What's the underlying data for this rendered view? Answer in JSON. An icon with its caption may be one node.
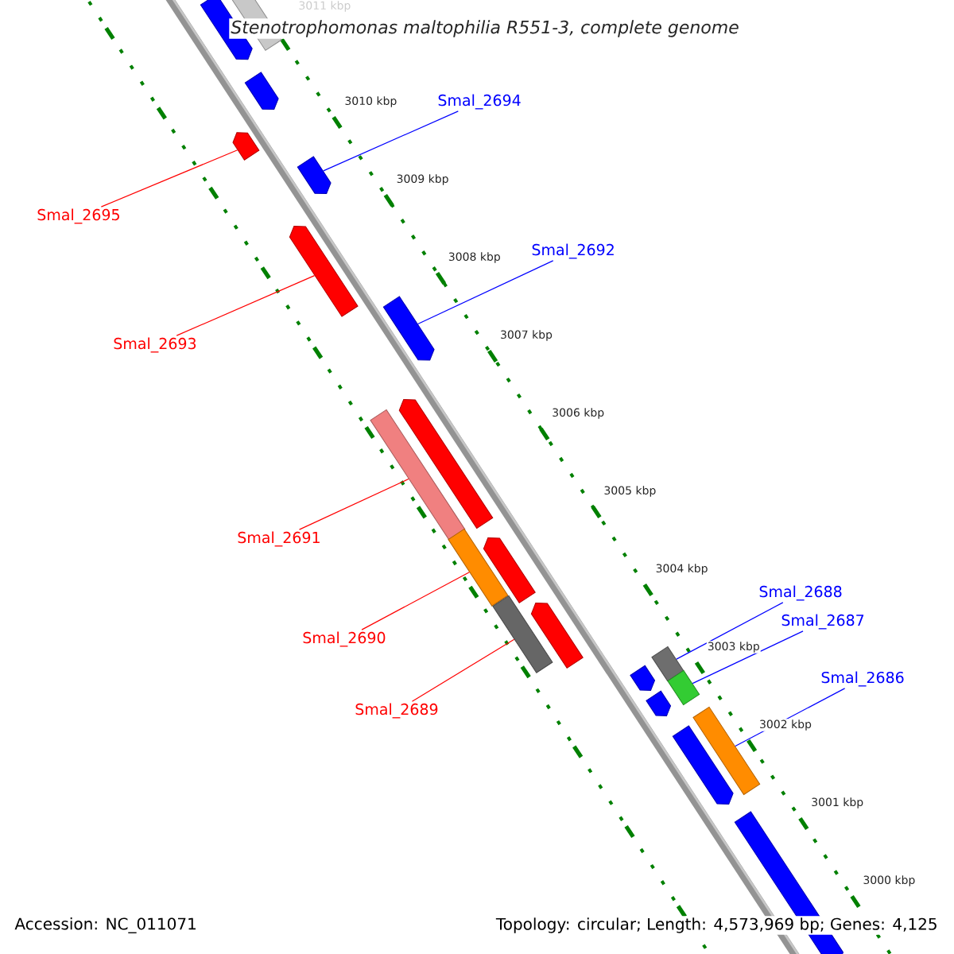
{
  "diagram": {
    "title": "Stenotrophomonas maltophilia R551-3, complete genome",
    "nodes": [
      {
        "text": [],
        "shape": "arrow"
      },
      {
        "text": [],
        "shape": "bar"
      },
      {
        "text": [],
        "shape": "arrow"
      },
      {
        "text": [],
        "shape": "arrow"
      },
      {
        "text": [],
        "shape": "arrow"
      },
      {
        "text": [],
        "shape": "arrow"
      },
      {
        "text": [],
        "shape": "arrow"
      },
      {
        "text": [],
        "shape": "bar"
      },
      {
        "text": [],
        "shape": "bar"
      },
      {
        "text": [],
        "shape": "bar"
      },
      {
        "text": [],
        "shape": "arrow"
      },
      {
        "text": [],
        "shape": "arrow"
      },
      {
        "text": [],
        "shape": "arrow"
      },
      {
        "text": [],
        "shape": "bar"
      },
      {
        "text": [],
        "shape": "arrow"
      },
      {
        "text": [],
        "shape": "bar"
      },
      {
        "text": [],
        "shape": "arrow"
      },
      {
        "text": [],
        "shape": "bar"
      },
      {
        "text": [],
        "shape": "arrow"
      },
      {
        "text": [],
        "shape": "arrow"
      },
      {
        "text": [
          "Smal_2695"
        ]
      },
      {
        "text": [
          "Smal_2694"
        ]
      },
      {
        "text": [
          "Smal_2693"
        ]
      },
      {
        "text": [
          "Smal_2692"
        ]
      },
      {
        "text": [
          "Smal_2691"
        ]
      },
      {
        "text": [
          "Smal_2690"
        ]
      },
      {
        "text": [
          "Smal_2689"
        ]
      },
      {
        "text": [
          "Smal_2688"
        ]
      },
      {
        "text": [
          "Smal_2687"
        ]
      },
      {
        "text": [
          "Smal_2686"
        ]
      }
    ],
    "edges": [
      {
        "from": 20,
        "to": 3,
        "arrow": "none",
        "color": "#ff0000"
      },
      {
        "from": 21,
        "to": 4,
        "arrow": "none",
        "color": "#0000ff"
      },
      {
        "from": 22,
        "to": 5,
        "arrow": "none",
        "color": "#ff0000"
      },
      {
        "from": 23,
        "to": 6,
        "arrow": "none",
        "color": "#0000ff"
      },
      {
        "from": 24,
        "to": 7,
        "arrow": "none",
        "color": "#ff0000"
      },
      {
        "from": 25,
        "to": 8,
        "arrow": "none",
        "color": "#ff0000"
      },
      {
        "from": 26,
        "to": 9,
        "arrow": "none",
        "color": "#ff0000"
      },
      {
        "from": 27,
        "to": 13,
        "arrow": "none",
        "color": "#0000ff"
      },
      {
        "from": 28,
        "to": 15,
        "arrow": "none",
        "color": "#0000ff"
      },
      {
        "from": 29,
        "to": 17,
        "arrow": "none",
        "color": "#0000ff"
      }
    ],
    "labels": [
      "3011 kbp",
      "3010 kbp",
      "3009 kbp",
      "3008 kbp",
      "3007 kbp",
      "3006 kbp",
      "3005 kbp",
      "3004 kbp",
      "3003 kbp",
      "3002 kbp",
      "3001 kbp",
      "3000 kbp",
      "Accession: NC_011071",
      "Topology: circular; Length: 4,573,969 bp; Genes: 4,125"
    ]
  }
}
